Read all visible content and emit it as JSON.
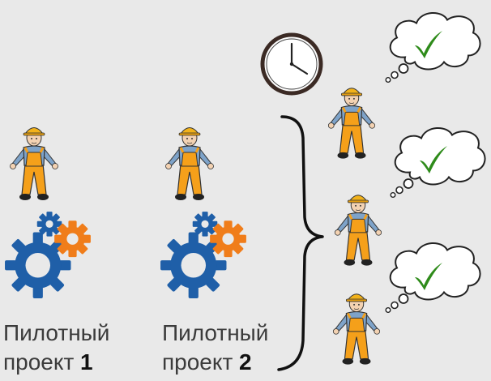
{
  "projects": [
    {
      "line1": "Пилотный",
      "line2_prefix": "проект ",
      "number": "1"
    },
    {
      "line1": "Пилотный",
      "line2_prefix": "проект ",
      "number": "2"
    }
  ],
  "icons": {
    "worker": "construction-worker-icon",
    "gears": "gears-icon",
    "clock": "clock-icon",
    "cloud": "thought-cloud-icon",
    "check": "checkmark-icon",
    "brace": "curly-brace"
  },
  "colors": {
    "background": "#e9e9e9",
    "gear_large": "#1f5fa8",
    "gear_orange": "#f07d1a",
    "check": "#2e8b1a",
    "overalls": "#f5a01a",
    "helmet": "#f2b21a",
    "shirt": "#7ea3c9"
  }
}
